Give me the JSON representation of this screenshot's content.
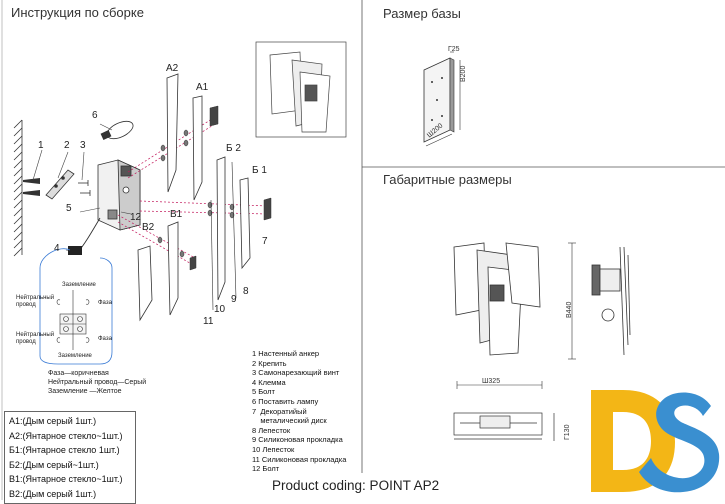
{
  "left": {
    "title": "Инструкция по сборке",
    "labels": {
      "n1": "1",
      "n2": "2",
      "n3": "3",
      "n4": "4",
      "n5": "5",
      "n6": "6",
      "n7": "7",
      "n8": "8",
      "n9": "9",
      "n10": "10",
      "n11": "11",
      "n12": "12",
      "a2": "A2",
      "a1": "A1",
      "b2": "Б 2",
      "b1": "Б 1",
      "v2": "B2",
      "v1": "B1"
    },
    "wiring": {
      "ground_top": "Заземление",
      "neutral_top": "Нейтральный провод",
      "phase_top": "Фаза",
      "neutral_bottom": "Нейтральный провод",
      "phase_bottom": "Фаза",
      "ground_bottom": "Заземление"
    },
    "legend": [
      "Фаза—коричневая",
      "Нейтральный провод—Серый",
      "Заземление —Желтое"
    ],
    "parts": [
      "1  Настенный анкер",
      "2  Крепить",
      "3  Самонарезающий винт",
      "4  Клемма",
      "5  Болт",
      "6  Поставить лампу",
      "7  Декоратийый",
      "    металический диск",
      "8  Лепесток",
      "9  Силиконовая прокладка",
      "10  Лепесток",
      "11  Силиконовая прокладка",
      "12  Болт"
    ],
    "notes": [
      "A1:(Дым серый 1шт.)",
      "A2:(Янтарное стекло~1шт.)",
      "Б1:(Янтарное стекло 1шт.)",
      "Б2:(Дым серый~1шт.)",
      "B1:(Янтарное стекло~1шт.)",
      "B2:(Дым серый 1шт.)"
    ]
  },
  "right": {
    "base_title": "Размер базы",
    "base_dims": {
      "depth": "Г25",
      "height": "В200",
      "width": "Ш200"
    },
    "overall_title": "Габаритные размеры",
    "overall_dims": {
      "height": "В440",
      "width": "Ш325",
      "depth": "Г130"
    }
  },
  "footer": {
    "product_coding": "Product coding: POINT AP2"
  },
  "logo": {
    "text": "DS",
    "colors": {
      "d": "#f3b616",
      "s": "#3a8fd0"
    }
  }
}
